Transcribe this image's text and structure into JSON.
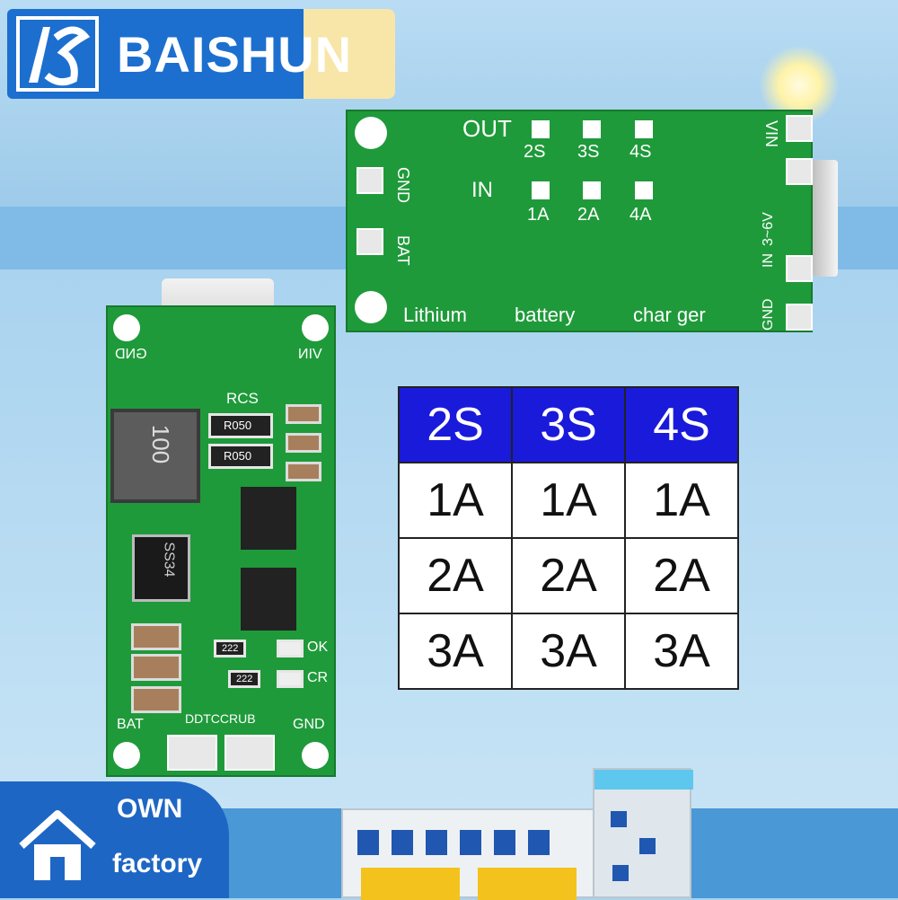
{
  "brand": {
    "name": "BAISHUN",
    "logo_icon": "bs-logo-icon"
  },
  "board_top": {
    "out_label": "OUT",
    "out_options": [
      "2S",
      "3S",
      "4S"
    ],
    "in_label": "IN",
    "in_options": [
      "1A",
      "2A",
      "4A"
    ],
    "left_labels": [
      "GND",
      "BAT"
    ],
    "right_labels": [
      "VIN",
      "3~6V",
      "IN",
      "GND"
    ],
    "bottom_text": [
      "Lithium",
      "battery",
      "char ger"
    ]
  },
  "board_left": {
    "top_labels": [
      "GND",
      "VIN"
    ],
    "rcs_label": "RCS",
    "resistor_labels": [
      "R050",
      "R050"
    ],
    "inductor_label": "100",
    "diode_label": "SS34",
    "small_caps": [
      "222",
      "222"
    ],
    "status_labels": [
      "OK",
      "CR"
    ],
    "bottom_labels": [
      "BAT",
      "DDTCCRUB",
      "GND"
    ]
  },
  "spec_table": {
    "headers": [
      "2S",
      "3S",
      "4S"
    ],
    "rows": [
      [
        "1A",
        "1A",
        "1A"
      ],
      [
        "2A",
        "2A",
        "2A"
      ],
      [
        "3A",
        "3A",
        "3A"
      ]
    ]
  },
  "factory_badge": {
    "line1": "OWN",
    "line2": "factory",
    "icon": "house-icon"
  },
  "colors": {
    "brand_blue": "#1c6fcf",
    "pcb_green": "#1f9a3a",
    "table_header": "#1a1adb"
  }
}
